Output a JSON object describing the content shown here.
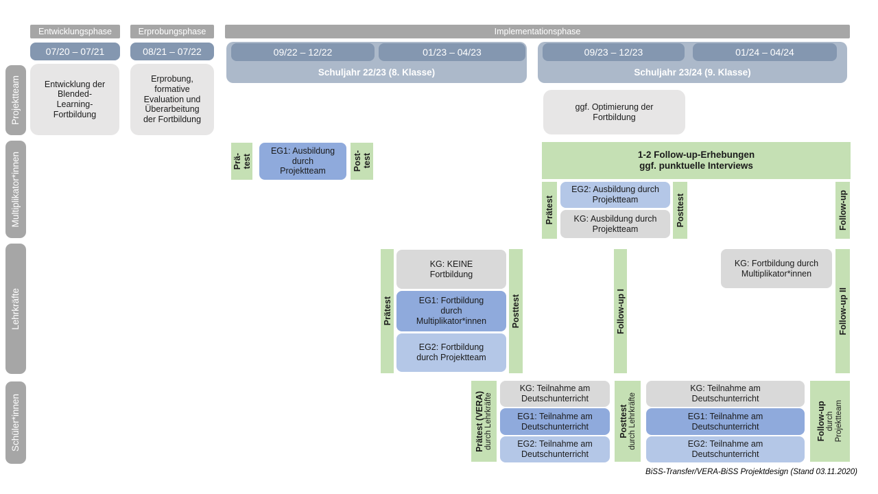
{
  "colors": {
    "phase_bar": "#A6A6A6",
    "row_label_bar": "#A6A6A6",
    "date_bar": "#8497B0",
    "schoolyear_bar": "#ACB9CA",
    "neutral_box": "#E7E6E6",
    "kg_box": "#D9D9D9",
    "eg1_box": "#8FAADC",
    "eg2_box": "#B4C7E7",
    "test_green": "#C5E0B4"
  },
  "phases": {
    "development": "Entwicklungsphase",
    "piloting": "Erprobungsphase",
    "implementation": "Implementationsphase"
  },
  "timeline": {
    "d1": "07/20 – 07/21",
    "d2": "08/21 – 07/22",
    "d3": "09/22 – 12/22",
    "d4": "01/23 – 04/23",
    "d5": "09/23 – 12/23",
    "d6": "01/24 – 04/24",
    "schoolyear1": "Schuljahr 22/23 (8. Klasse)",
    "schoolyear2": "Schuljahr 23/24 (9. Klasse)"
  },
  "row_labels": {
    "projektteam": "Projektteam",
    "multiplikatoren": "Multiplikator*innen",
    "lehrkraefte": "Lehrkräfte",
    "schueler": "Schüler*innen"
  },
  "projektteam": {
    "development_box": "Entwicklung der\nBlended-\nLearning-\nFortbildung",
    "piloting_box": "Erprobung,\nformative\nEvaluation und\nÜberarbeitung\nder Fortbildung",
    "optimization_box": "ggf. Optimierung der\nFortbildung"
  },
  "multiplikatoren": {
    "pretest_short": "Prä-\ntest",
    "eg1_box": "EG1: Ausbildung\ndurch\nProjektteam",
    "posttest_short": "Post-\ntest",
    "followup_banner": "1-2 Follow-up-Erhebungen\nggf. punktuelle Interviews",
    "praetest": "Prätest",
    "eg2_box": "EG2: Ausbildung durch\nProjektteam",
    "kg_box": "KG: Ausbildung durch\nProjektteam",
    "posttest": "Posttest",
    "followup": "Follow-up"
  },
  "lehrkraefte": {
    "praetest": "Prätest",
    "kg_box": "KG: KEINE\nFortbildung",
    "eg1_box": "EG1: Fortbildung\ndurch\nMultiplikator*innen",
    "eg2_box": "EG2: Fortbildung\ndurch Projektteam",
    "posttest": "Posttest",
    "followup1": "Follow-up I",
    "kg_followup_box": "KG: Fortbildung durch\nMultiplikator*innen",
    "followup2": "Follow-up II"
  },
  "schueler": {
    "pretest_line1": "Prätest (VERA)",
    "pretest_line2": "durch Lehrkräfte",
    "kg_box1": "KG: Teilnahme am\nDeutschunterricht",
    "eg1_box1": "EG1: Teilnahme am\nDeutschunterricht",
    "eg2_box1": "EG2: Teilnahme am\nDeutschunterricht",
    "posttest_line1": "Posttest",
    "posttest_line2": "durch Lehrkräfte",
    "kg_box2": "KG: Teilnahme am\nDeutschunterricht",
    "eg1_box2": "EG1: Teilnahme am\nDeutschunterricht",
    "eg2_box2": "EG2: Teilnahme am\nDeutschunterricht",
    "followup_line1": "Follow-up",
    "followup_line2": "durch",
    "followup_line3": "Projektteam"
  },
  "caption": "BiSS-Transfer/VERA-BiSS Projektdesign (Stand 03.11.2020)"
}
